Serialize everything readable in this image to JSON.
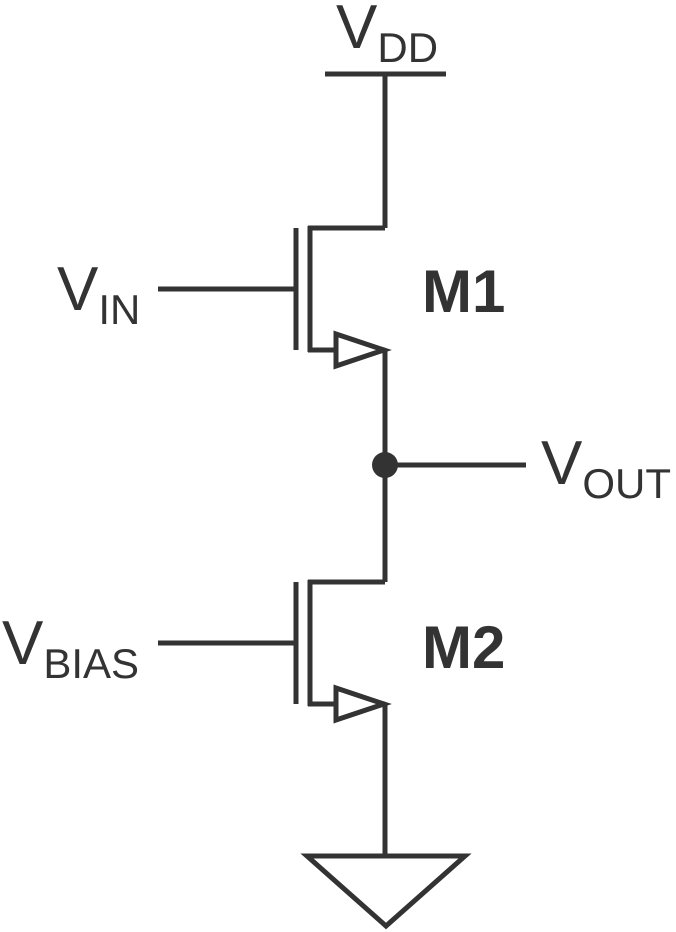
{
  "labels": {
    "vdd": {
      "main": "V",
      "sub": "DD"
    },
    "vin": {
      "main": "V",
      "sub": "IN"
    },
    "vout": {
      "main": "V",
      "sub": "OUT"
    },
    "vbias": {
      "main": "V",
      "sub": "BIAS"
    }
  },
  "transistors": {
    "m1": "M1",
    "m2": "M2"
  },
  "colors": {
    "ink": "#333333",
    "background": "#ffffff"
  }
}
